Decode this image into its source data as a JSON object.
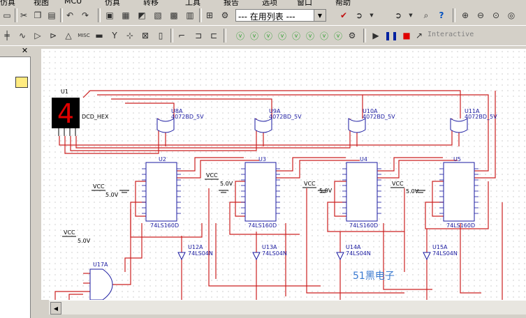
{
  "menu": {
    "items": [
      "仿真",
      "视图",
      "MCU",
      "仿真",
      "转移",
      "工具",
      "报告",
      "选项",
      "窗口",
      "帮助"
    ]
  },
  "toolbar": {
    "in_use_list": "--- 在用列表 ---",
    "interactive_label": "Interactive"
  },
  "toolbar_icons": [
    "new-icon",
    "cut-icon",
    "copy-icon",
    "paste-icon",
    "undo-icon",
    "redo-icon",
    "toggle-grid-icon",
    "spreadsheet-icon",
    "grapher-icon",
    "component-icon",
    "netlist-icon",
    "database-icon",
    "play-icon",
    "pause-icon",
    "stop-icon"
  ],
  "schematic": {
    "display": {
      "ref": "U1",
      "digit": "4",
      "type": "DCD_HEX"
    },
    "counters": [
      {
        "ref": "U2",
        "type": "74LS160D"
      },
      {
        "ref": "U3",
        "type": "74LS160D"
      },
      {
        "ref": "U4",
        "type": "74LS160D"
      },
      {
        "ref": "U5",
        "type": "74LS160D"
      }
    ],
    "muxes": [
      {
        "ref": "U8A",
        "type": "4072BD_5V"
      },
      {
        "ref": "U9A",
        "type": "4072BD_5V"
      },
      {
        "ref": "U10A",
        "type": "4072BD_5V"
      },
      {
        "ref": "U11A",
        "type": "4072BD_5V"
      }
    ],
    "inverters": [
      {
        "ref": "U12A",
        "type": "74LS04N"
      },
      {
        "ref": "U13A",
        "type": "74LS04N"
      },
      {
        "ref": "U14A",
        "type": "74LS04N"
      },
      {
        "ref": "U15A",
        "type": "74LS04N"
      }
    ],
    "vcc": [
      {
        "label": "VCC",
        "value": "5.0V"
      },
      {
        "label": "VCC",
        "value": "5.0V"
      },
      {
        "label": "VCC",
        "value": "5.0V"
      },
      {
        "label": "VCC",
        "value": "5.0V"
      },
      {
        "label": "VCC",
        "value": "5.0V"
      }
    ],
    "gate": {
      "ref": "U17A"
    },
    "watermark": "51黑电子"
  },
  "colors": {
    "wire": "#cc2020",
    "part": "#1a1aa0",
    "label": "#1a1aa0",
    "display_bg": "#000000",
    "display_seg": "#e00000",
    "watermark": "#3a7ad0"
  }
}
